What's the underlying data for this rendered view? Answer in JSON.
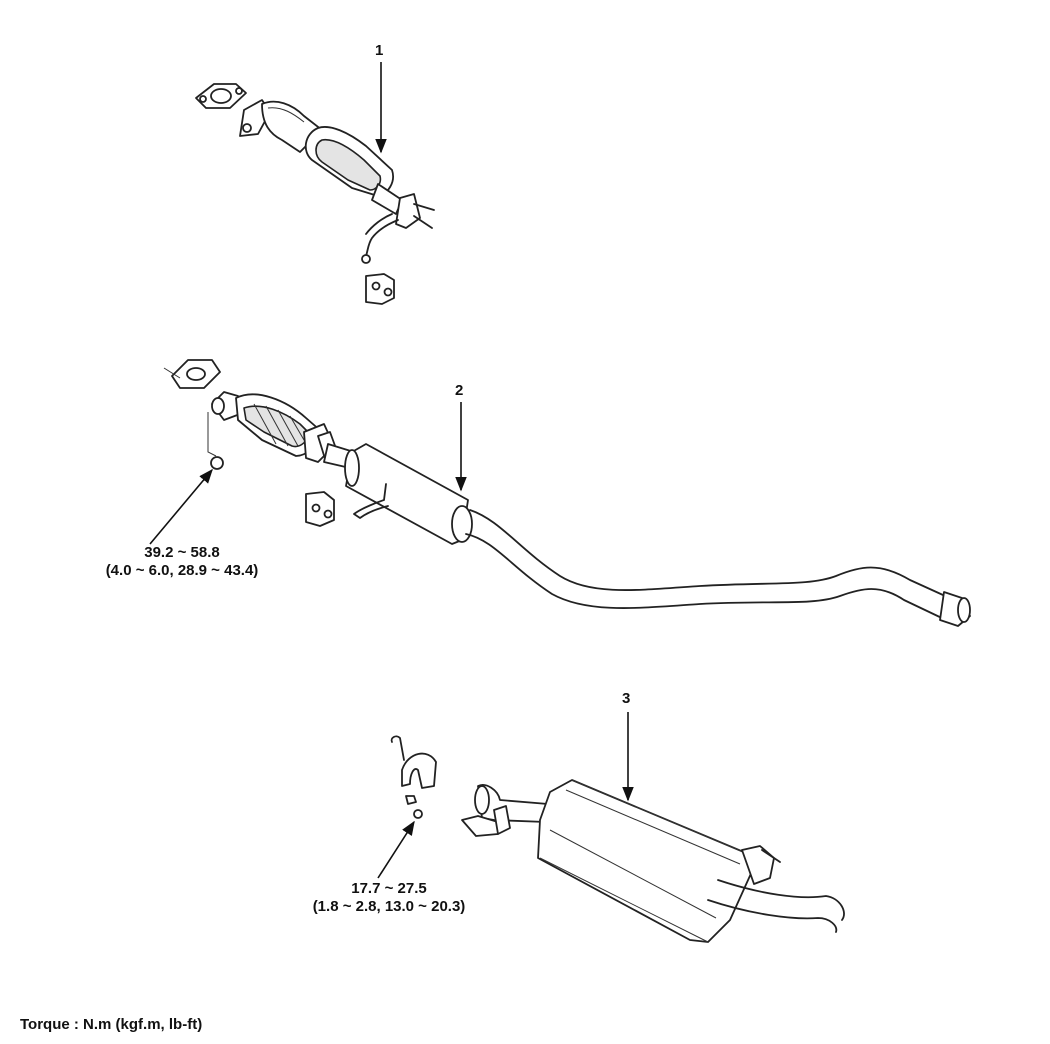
{
  "parts": [
    {
      "number": "1"
    },
    {
      "number": "2"
    },
    {
      "number": "3"
    }
  ],
  "torques": [
    {
      "line1": "39.2 ~ 58.8",
      "line2": "(4.0 ~ 6.0, 28.9 ~ 43.4)"
    },
    {
      "line1": "17.7 ~ 27.5",
      "line2": "(1.8 ~ 2.8, 13.0 ~ 20.3)"
    }
  ],
  "footnote": "Torque : N.m (kgf.m, lb-ft)"
}
